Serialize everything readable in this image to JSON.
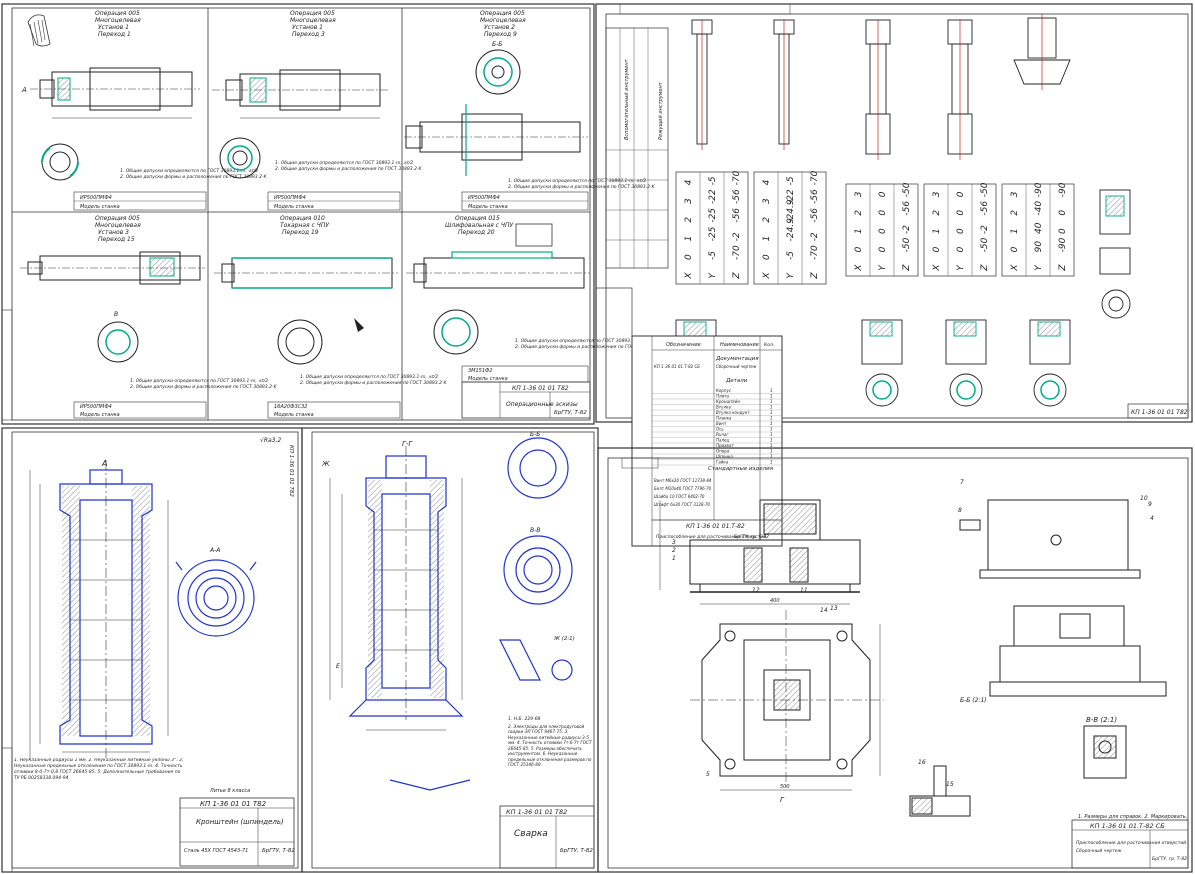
{
  "sheets": {
    "operations": {
      "stamp_code": "КП 1-36 01 01 Т82",
      "stamp_name": "Операционные эскизы",
      "stamp_org": "БрГТУ, Т-82",
      "op005_1_title": "Операция 005",
      "op005_1_sub": "Многоцелевая",
      "op005_1_set": "Установ 1",
      "op005_1_pass": "Переход 1",
      "op005_2_set": "Установ 1",
      "op005_2_pass": "Переход 3",
      "op005_3_set": "Установ 2",
      "op005_3_pass": "Переход 9",
      "op005_4_set": "Установ 3",
      "op005_4_pass": "Переход 15",
      "op010_title": "Операция 010",
      "op010_sub": "Токарная с ЧПУ",
      "op010_pass": "Переход 19",
      "op015_title": "Операция 015",
      "op015_sub": "Шлифовальная с ЧПУ",
      "op015_pass": "Переход 20",
      "machine_label": "Модель станка",
      "machine_1": "ИР500ПМФ4",
      "machine_2": "16А20Ф3С32",
      "machine_3": "3М151Ф2",
      "note_1": "1. Общие допуски определяются по ГОСТ 30893.1-m, ±t/2",
      "note_2": "2. Общие допуски формы и расположения по ГОСТ 30893.2-K",
      "section_bb": "Б-Б",
      "section_a": "А",
      "section_b": "В"
    },
    "kinematics": {
      "stamp_code": "КП 1-36 01 01 Т82",
      "tables": [
        {
          "rows": [
            [
              "X",
              "0",
              "1",
              "2",
              "3",
              "4"
            ],
            [
              "Y",
              "-5",
              "-25",
              "-25",
              "-22",
              "-5"
            ],
            [
              "Z",
              "-70",
              "-2",
              "-56",
              "-56",
              "-70"
            ]
          ]
        },
        {
          "rows": [
            [
              "X",
              "0",
              "1",
              "2",
              "3",
              "4"
            ],
            [
              "Y",
              "-5",
              "-24.9",
              "-24.9",
              "-22",
              "-5"
            ],
            [
              "Z",
              "-70",
              "-2",
              "-56",
              "-56",
              "-70"
            ]
          ]
        },
        {
          "rows": [
            [
              "X",
              "0",
              "1",
              "2",
              "3"
            ],
            [
              "Y",
              "0",
              "0",
              "0",
              "0"
            ],
            [
              "Z",
              "-50",
              "-2",
              "-56",
              "-50"
            ]
          ]
        },
        {
          "rows": [
            [
              "X",
              "0",
              "1",
              "2",
              "3"
            ],
            [
              "Y",
              "0",
              "0",
              "0",
              "0"
            ],
            [
              "Z",
              "-50",
              "-2",
              "-56",
              "-50"
            ]
          ]
        },
        {
          "rows": [
            [
              "X",
              "0",
              "1",
              "2",
              "3"
            ],
            [
              "Y",
              "90",
              "40",
              "-40",
              "-90"
            ],
            [
              "Z",
              "-90",
              "0",
              "0",
              "-90"
            ]
          ]
        }
      ],
      "tool_table_title": "Режущий инструмент",
      "tool_table_sub": "Вспомогательный инструмент"
    },
    "spec": {
      "col_designation": "Обозначение",
      "col_name": "Наименование",
      "col_qty": "Кол.",
      "section_docs": "Документация",
      "section_parts": "Детали",
      "section_std": "Стандартные изделия",
      "doc_line": "КП 1-36 01 01.Т-82 СБ",
      "doc_name": "Сборочный чертеж",
      "parts": [
        "Корпус",
        "Плита",
        "Кронштейн",
        "Втулка",
        "Втулка кондукт.",
        "Планка",
        "Винт",
        "Ось",
        "Рычаг",
        "Палец",
        "Прихват",
        "Опора",
        "Шпонка",
        "Гайка"
      ],
      "std_items": [
        "Винт М6х20 ГОСТ 11738-84",
        "Болт М10х40 ГОСТ 7796-70",
        "Шайба 10 ГОСТ 6402-70",
        "Штифт 6х30 ГОСТ 3128-70"
      ],
      "stamp_code": "КП 1-36 01 01.Т-82",
      "stamp_name": "Приспособление для расточивания отверстий",
      "stamp_org": "БрГТУ, гр. Т-82"
    },
    "part": {
      "stamp_code": "КП 1-36 01 01 Т82",
      "part_name": "Кронштейн (шпиндель)",
      "material": "Сталь 45Х ГОСТ 4543-71",
      "stamp_org": "БрГТУ, Т-82",
      "section_a": "А",
      "section_aa": "А-А",
      "roughness": "√Ra3,2",
      "notes": "1. Неуказанные радиусы 1 мм. 2. Неуказанные литейные уклоны 3°. 3. Неуказанные предельные отклонения по ГОСТ 30893.1-m. 4. Точность отливки 8-0-7т-0,8 ГОСТ 26645-85. 5. Дополнительные требования по ТУ РБ 00258338.094-94",
      "mass_label": "Литье 8 класса"
    },
    "weld": {
      "stamp_code": "КП 1-36 01 01 Т82",
      "stamp_name": "Сварка",
      "stamp_org": "БрГТУ, Т-82",
      "section_gg": "Г-Г",
      "section_zh": "Ж",
      "section_bb": "Б-Б",
      "section_vv": "В-В",
      "section_ee": "Е",
      "note_title": "1. Н.Б. 229-68",
      "notes": "2. Электроды для электродуговой сварки ЭЛ ГОСТ 9467-75. 3. Неуказанные литейные радиусы 3-5 мм. 4. Точность отливки 7т-0-7т ГОСТ 26645-85. 5. Размеры обеспечить инструментом. 6. Неуказанные предельные отклонения размеров по ГОСТ 25346-89.",
      "view_label": "Ж (2:1)"
    },
    "assembly": {
      "stamp_code": "КП 1-36 01 01.Т-82 СБ",
      "stamp_name": "Приспособление для расточивания отверстий",
      "stamp_sub": "Сборочный чертеж",
      "stamp_org": "БрГТУ, гр. Т-82",
      "section_bb": "Б-Б (2:1)",
      "section_vv": "В-В (2:1)",
      "view_g": "Г",
      "dim_500": "500",
      "dim_400": "400",
      "notes": "1. Размеры для справок. 2. Маркировать.",
      "callouts": [
        "1",
        "2",
        "3",
        "4",
        "5",
        "7",
        "8",
        "9",
        "10",
        "11",
        "12",
        "13",
        "14",
        "15",
        "16"
      ]
    }
  }
}
